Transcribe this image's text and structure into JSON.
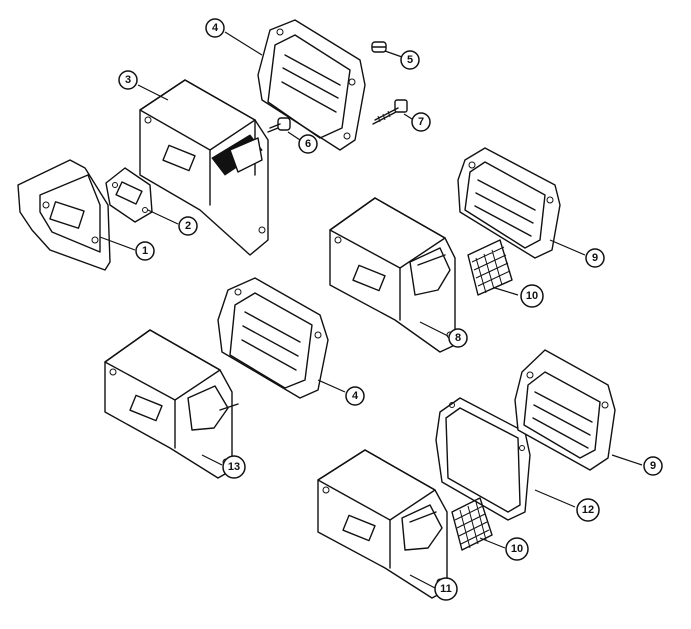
{
  "callouts": [
    {
      "id": "c1",
      "label": "1"
    },
    {
      "id": "c2",
      "label": "2"
    },
    {
      "id": "c3",
      "label": "3"
    },
    {
      "id": "c4a",
      "label": "4"
    },
    {
      "id": "c4b",
      "label": "4"
    },
    {
      "id": "c5",
      "label": "5"
    },
    {
      "id": "c6",
      "label": "6"
    },
    {
      "id": "c7",
      "label": "7"
    },
    {
      "id": "c8",
      "label": "8"
    },
    {
      "id": "c9a",
      "label": "9"
    },
    {
      "id": "c9b",
      "label": "9"
    },
    {
      "id": "c10a",
      "label": "10"
    },
    {
      "id": "c10b",
      "label": "10"
    },
    {
      "id": "c11",
      "label": "11"
    },
    {
      "id": "c12",
      "label": "12"
    },
    {
      "id": "c13",
      "label": "13"
    }
  ],
  "colors": {
    "line": "#111111",
    "background": "#ffffff"
  }
}
